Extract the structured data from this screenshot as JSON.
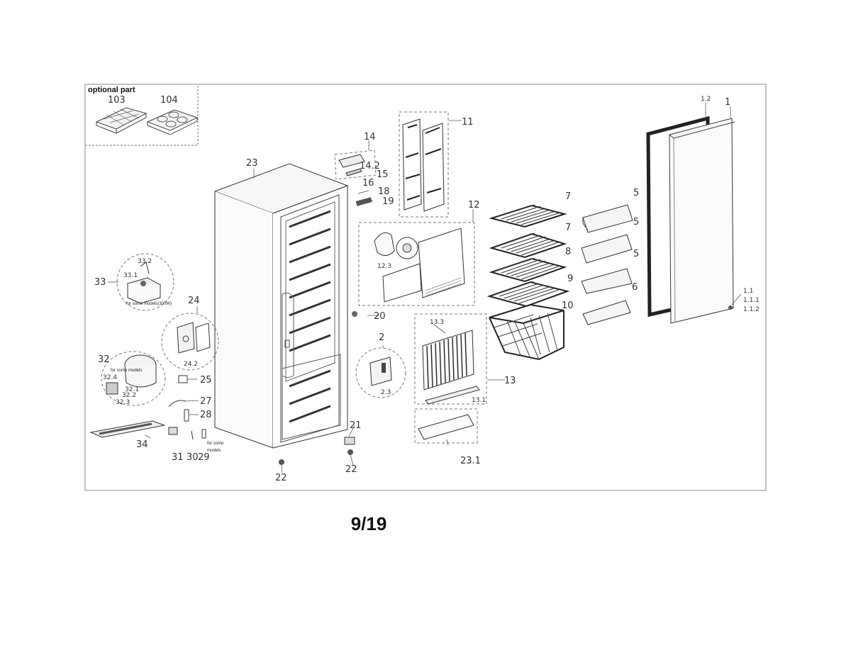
{
  "optional_part": {
    "title": "optional part",
    "items": [
      "103",
      "104"
    ]
  },
  "labels": {
    "l1": "1",
    "l1_1": "1.1",
    "l1_1_1": "1.1.1",
    "l1_1_2": "1.1.2",
    "l1_2": "1.2",
    "l2": "2",
    "l2_3": "2.3",
    "l5a": "5",
    "l5b": "5",
    "l5c": "5",
    "l6": "6",
    "l7a": "7",
    "l7b": "7",
    "l8": "8",
    "l9": "9",
    "l10": "10",
    "l11": "11",
    "l12": "12",
    "l12_3": "12.3",
    "l13": "13",
    "l13_1": "13.1",
    "l13_3": "13.3",
    "l14": "14",
    "l14_2": "14.2",
    "l15": "15",
    "l16": "16",
    "l18": "18",
    "l19": "19",
    "l20": "20",
    "l21": "21",
    "l22a": "22",
    "l22b": "22",
    "l23": "23",
    "l23_1": "23.1",
    "l24": "24",
    "l24_2": "24.2",
    "l25": "25",
    "l27": "27",
    "l28": "28",
    "l29": "29",
    "l30": "30",
    "l31": "31",
    "l32": "32",
    "l32_1": "32.1",
    "l32_2": "32.2",
    "l32_3": "32.3",
    "l32_4": "32.4",
    "l33": "33",
    "l33_1": "33.1",
    "l33_2": "33.2",
    "l34": "34"
  },
  "notes": {
    "for_some_models_33": "for some models(300W)",
    "for_some_models_32": "for some models",
    "for_some_models_29_a": "for some",
    "for_some_models_29_b": "models"
  },
  "page_number": "9/19"
}
